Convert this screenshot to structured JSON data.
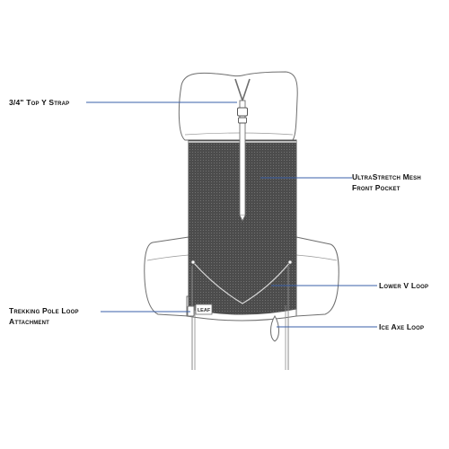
{
  "colors": {
    "leader_line": "#3a5fa8",
    "outline": "#6e6e6e",
    "mesh_fill": "#4a4a4a",
    "body_fill": "#ffffff"
  },
  "callouts": {
    "top_y_strap": "3/4\" Top Y Strap",
    "front_pocket_line1": "UltraStretch Mesh",
    "front_pocket_line2": "Front Pocket",
    "lower_v_loop": "Lower V Loop",
    "trekking_pole_line1": "Trekking Pole Loop",
    "trekking_pole_line2": "Attachment",
    "ice_axe_loop": "Ice Axe Loop"
  },
  "logo_text": "LEAF"
}
